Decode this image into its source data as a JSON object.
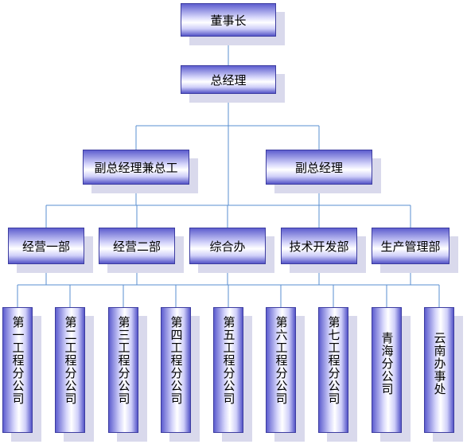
{
  "org_chart": {
    "chairman": "董事长",
    "general_manager": "总经理",
    "deputy_gm_chief_engineer": "副总经理兼总工",
    "deputy_gm": "副总经理",
    "departments": [
      "经营一部",
      "经营二部",
      "综合办",
      "技术开发部",
      "生产管理部"
    ],
    "branches": [
      "第一工程分公司",
      "第二工程分公司",
      "第三工程分公司",
      "第四工程分公司",
      "第五工程分公司",
      "第六工程分公司",
      "第七工程分公司",
      "青海分公司",
      "云南办事处"
    ]
  },
  "colors": {
    "line": "#5a8fd0",
    "node_dark": "#5555c8",
    "node_light": "#ffffff",
    "shadow": "#d9d9ec"
  }
}
